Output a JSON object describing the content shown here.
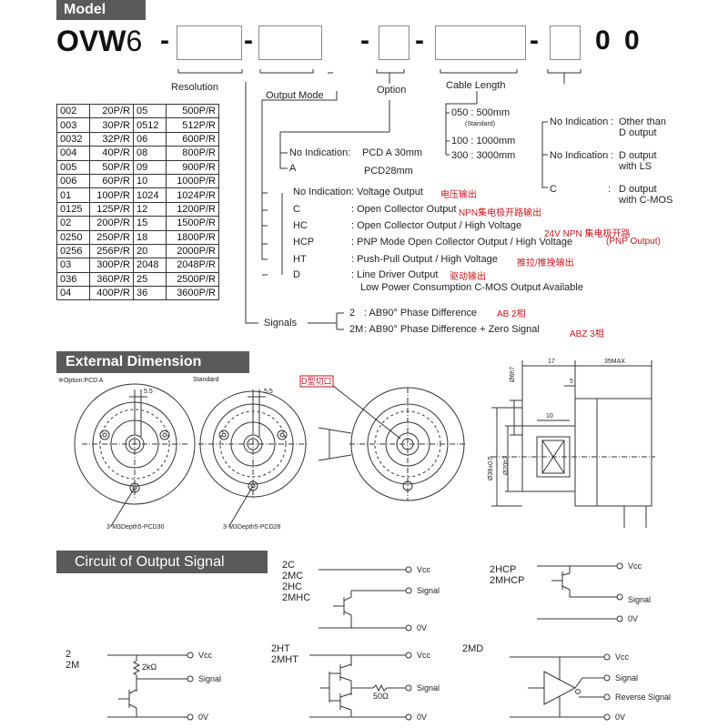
{
  "headers": {
    "model": "Model",
    "dimension": "External Dimension",
    "circuit": "Circuit of Output Signal"
  },
  "model_code": {
    "prefix_bold": "OVW",
    "prefix_light": "6",
    "dash": "-",
    "suffix_1": "0",
    "suffix_2": "0"
  },
  "labels": {
    "resolution": "Resolution",
    "output_mode": "Output Mode",
    "option": "Option",
    "cable_length": "Cable Length",
    "signals": "Signals"
  },
  "resolution_table": [
    [
      "002",
      "20P/R",
      "05",
      "500P/R"
    ],
    [
      "003",
      "30P/R",
      "0512",
      "512P/R"
    ],
    [
      "0032",
      "32P/R",
      "06",
      "600P/R"
    ],
    [
      "004",
      "40P/R",
      "08",
      "800P/R"
    ],
    [
      "005",
      "50P/R",
      "09",
      "900P/R"
    ],
    [
      "006",
      "60P/R",
      "10",
      "1000P/R"
    ],
    [
      "01",
      "100P/R",
      "1024",
      "1024P/R"
    ],
    [
      "0125",
      "125P/R",
      "12",
      "1200P/R"
    ],
    [
      "02",
      "200P/R",
      "15",
      "1500P/R"
    ],
    [
      "0250",
      "250P/R",
      "18",
      "1800P/R"
    ],
    [
      "0256",
      "256P/R",
      "20",
      "2000P/R"
    ],
    [
      "03",
      "300P/R",
      "2048",
      "2048P/R"
    ],
    [
      "036",
      "360P/R",
      "25",
      "2500P/R"
    ],
    [
      "04",
      "400P/R",
      "36",
      "3600P/R"
    ]
  ],
  "option_items": {
    "none_code": "No Indication:",
    "none_desc": "PCD A  30mm",
    "a_code": "A",
    "a_desc": "PCD28mm"
  },
  "cable_items": {
    "c050": "050 : 500mm",
    "c050_note": "(Standard)",
    "c100": "100 : 1000mm",
    "c300": "300 : 3000mm"
  },
  "last_items": {
    "none1_code": "No Indication :",
    "none1_desc1": "Other than",
    "none1_desc2": "D output",
    "none2_code": "No Indication :",
    "none2_desc1": "D output",
    "none2_desc2": "with LS",
    "c_code": "C",
    "c_sep": ":",
    "c_desc1": "D output",
    "c_desc2": "with C-MOS"
  },
  "output_modes": {
    "m0_code": "No Indication",
    "m0_desc": ": Voltage Output",
    "m0_cn": "电压输出",
    "m1_code": "C",
    "m1_desc": ": Open Collector Output",
    "m1_cn": "NPN集电极开路输出",
    "m2_code": "HC",
    "m2_desc": ": Open Collector Output / High Voltage",
    "m2_cn": "24V NPN 集电极开路",
    "m3_code": "HCP",
    "m3_desc": ": PNP Mode Open Collector Output / High Voltage",
    "m3_cn": "(PNP Output)",
    "m4_code": "HT",
    "m4_desc": ": Push-Pull Output / High Voltage",
    "m4_cn": "推拉/推挽输出",
    "m5_code": "D",
    "m5_desc": ": Line Driver Output",
    "m5_cn": "驱动输出",
    "m5_desc2": "Low Power Consumption C-MOS Output Available"
  },
  "signal_items": {
    "s2_code": "2",
    "s2_desc": ": AB90° Phase Difference",
    "s2_cn": "AB 2相",
    "s2m_code": "2M",
    "s2m_desc": ": AB90° Phase Difference + Zero Signal",
    "s2m_cn": "ABZ 3相"
  },
  "dimension": {
    "option_note": "※Option:PCD A",
    "standard": "Standard",
    "d_cut": "D型切口",
    "dim_5_5_a": "5.5",
    "dim_5_5_b": "5.5",
    "hole_a": "3-M3Depth5-PCD30",
    "hole_b": "3-M3Depth5-PCD28",
    "dim_17": "17",
    "dim_35max": "35MAX",
    "dim_5": "5",
    "dim_10": "10",
    "dim_6h7": "Ø6h7",
    "dim_20h7": "Ø20h7",
    "dim_38": "Ø38±0.5"
  },
  "circuits": {
    "c_npn_labels": "2C\n2MC\n2HC\n2MHC",
    "c_hcp_labels": "2HCP\n2MHCP",
    "c_volt_labels": "2\n2M",
    "c_ht_labels": "2HT\n2MHT",
    "c_md_labels": "2MD",
    "vcc": "Vcc",
    "signal": "Signal",
    "zero_v": "0V",
    "reverse_signal": "Reverse Signal",
    "r_2k": "2kΩ",
    "r_50": "50Ω"
  }
}
